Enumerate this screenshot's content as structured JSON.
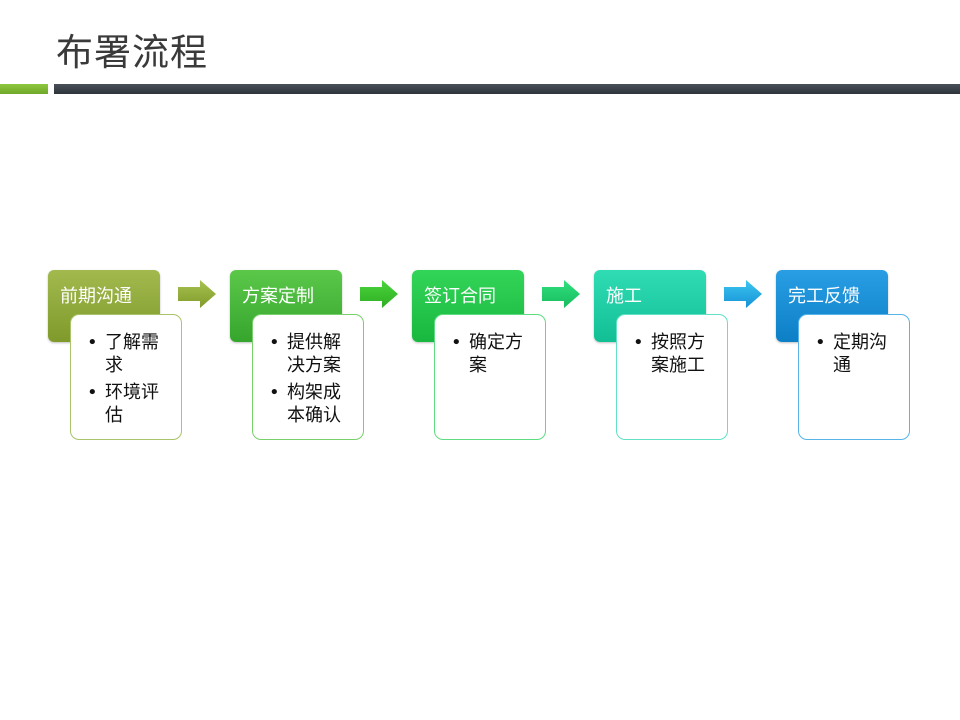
{
  "slide": {
    "title": "布署流程"
  },
  "process": {
    "steps": [
      {
        "label": "前期沟通",
        "color_top": "#a2b94e",
        "color_bottom": "#7f9a2b",
        "border": "#a9c46a",
        "items": [
          "了解需求",
          "环境评估"
        ]
      },
      {
        "label": "方案定制",
        "color_top": "#5bc84a",
        "color_bottom": "#36a52d",
        "border": "#79cf6c",
        "items": [
          "提供解决方案",
          "构架成本确认"
        ]
      },
      {
        "label": "签订合同",
        "color_top": "#33d558",
        "color_bottom": "#18b73f",
        "border": "#5fdc82",
        "items": [
          "确定方案"
        ]
      },
      {
        "label": "施工",
        "color_top": "#2fdcb4",
        "color_bottom": "#12bf95",
        "border": "#63e1c6",
        "items": [
          "按照方案施工"
        ]
      },
      {
        "label": "完工反馈",
        "color_top": "#2a9ee4",
        "color_bottom": "#0c7fc6",
        "border": "#58b4e8",
        "items": [
          "定期沟通"
        ]
      }
    ],
    "arrows": [
      {
        "color_top": "#a8c24f",
        "color_bottom": "#809b2c"
      },
      {
        "color_top": "#4bd43a",
        "color_bottom": "#2eae24"
      },
      {
        "color_top": "#30e07e",
        "color_bottom": "#17bb5d"
      },
      {
        "color_top": "#3dc7f0",
        "color_bottom": "#1590d6"
      }
    ]
  }
}
